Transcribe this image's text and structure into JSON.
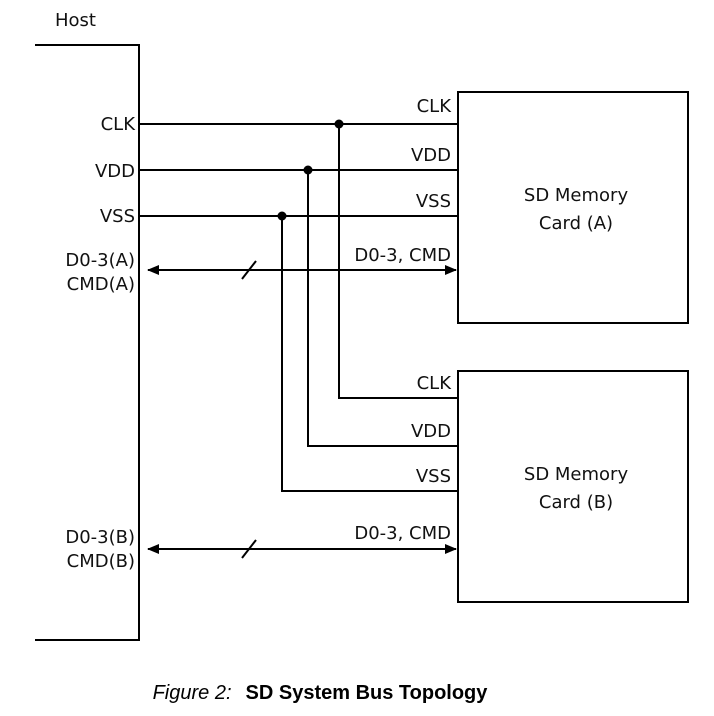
{
  "diagram": {
    "host_label": "Host",
    "host_pins": {
      "clk": "CLK",
      "vdd": "VDD",
      "vss": "VSS",
      "bus_a_line1": "D0-3(A)",
      "bus_a_line2": "CMD(A)",
      "bus_b_line1": "D0-3(B)",
      "bus_b_line2": "CMD(B)"
    },
    "card_a": {
      "title_line1": "SD Memory",
      "title_line2": "Card (A)",
      "pins": {
        "clk": "CLK",
        "vdd": "VDD",
        "vss": "VSS",
        "bus": "D0-3, CMD"
      }
    },
    "card_b": {
      "title_line1": "SD Memory",
      "title_line2": "Card (B)",
      "pins": {
        "clk": "CLK",
        "vdd": "VDD",
        "vss": "VSS",
        "bus": "D0-3, CMD"
      }
    }
  },
  "caption": {
    "prefix": "Figure 2:",
    "title": "SD System Bus Topology"
  }
}
